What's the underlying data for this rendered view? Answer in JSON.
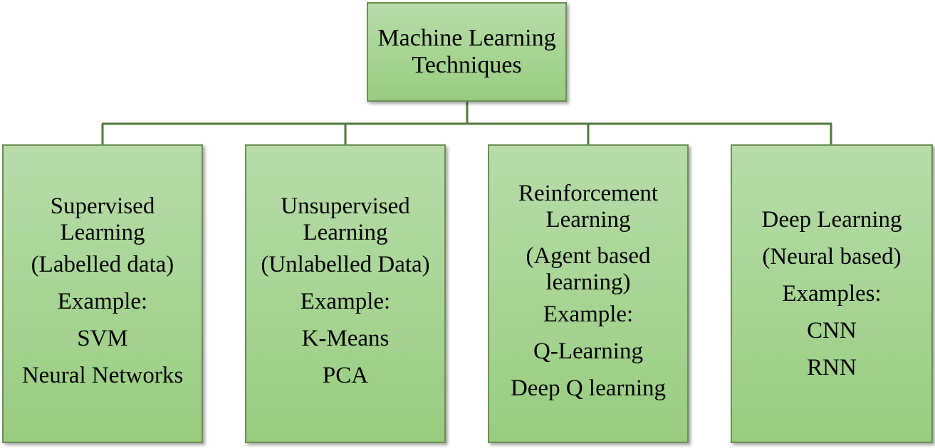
{
  "root": {
    "line1": "Machine Learning",
    "line2": "Techniques"
  },
  "categories": [
    {
      "title": [
        "Supervised",
        "Learning"
      ],
      "note": "(Labelled data)",
      "example_label": "Example:",
      "examples": [
        "SVM",
        "Neural Networks"
      ]
    },
    {
      "title": [
        "Unsupervised",
        "Learning"
      ],
      "note": "(Unlabelled Data)",
      "example_label": "Example:",
      "examples": [
        "K-Means",
        "PCA"
      ]
    },
    {
      "title": [
        "Reinforcement",
        "Learning"
      ],
      "note": [
        "(Agent based",
        "learning)"
      ],
      "example_label": "Example:",
      "examples": [
        "Q-Learning",
        "Deep Q learning"
      ]
    },
    {
      "title": [
        "Deep Learning"
      ],
      "note": "(Neural based)",
      "example_label": "Examples:",
      "examples": [
        "CNN",
        "RNN"
      ]
    }
  ],
  "colors": {
    "box_fill": "#a6d492",
    "box_border": "#6d8f55",
    "connector": "#4f7a3a"
  }
}
